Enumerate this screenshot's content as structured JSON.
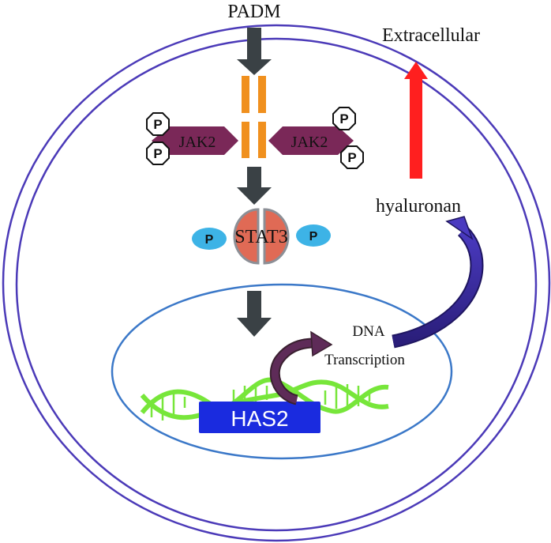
{
  "labels": {
    "ligand": "PADM",
    "extracellular": "Extracellular",
    "kinase": "JAK2",
    "transcription_factor": "STAT3",
    "product": "hyaluronan",
    "process_line1": "DNA",
    "process_line2": "Transcription",
    "gene": "HAS2",
    "phospho": "P"
  },
  "colors": {
    "membrane": "#4b3ab8",
    "nucleus": "#3b78c8",
    "receptor": "#f0901e",
    "jak2": "#7a2858",
    "stat3": "#e06a55",
    "phospho_blue": "#3db3e6",
    "gene_box": "#1a2bdf",
    "dna": "#77e63a",
    "signal_arrow": "#3a4145",
    "export_arrow": "#ff1f1f",
    "curve_arrow": "#3b2b9e",
    "transcription_arrow": "#5e2b58"
  }
}
